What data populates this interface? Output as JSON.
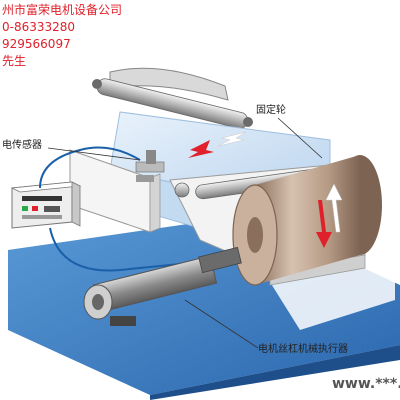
{
  "contact": {
    "company": "州市富荣电机设备公司",
    "phone": "0-86333280",
    "mobile": "929566097",
    "person": "先生"
  },
  "labels": {
    "sensor": "电传感器",
    "fixed_wheel": "固定轮",
    "actuator": "电机丝杠机械执行器"
  },
  "watermark": "www.***.c",
  "colors": {
    "contact_text": "#e0202a",
    "web_sheet": "#cfe3f5",
    "base_plate": "#3a7cc4",
    "roller_body": "#b59a84",
    "arrow": "#e0202a"
  }
}
